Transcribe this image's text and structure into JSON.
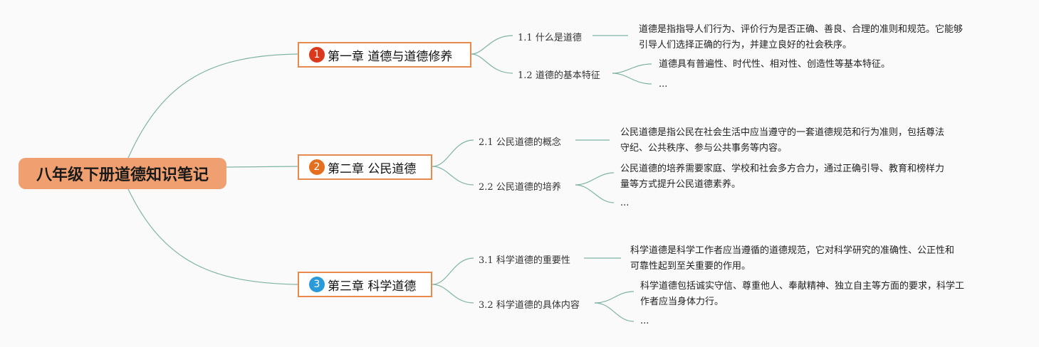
{
  "root": {
    "title": "八年级下册道德知识笔记"
  },
  "chapters": [
    {
      "number": "1",
      "badge_color": "#d93a1e",
      "title": "第一章 道德与道德修养",
      "sections": [
        {
          "number": "1.1",
          "title": "什么是道德",
          "notes": [
            "道德是指指导人们行为、评价行为是否正确、善良、合理的准则和规范。它能够",
            "引导人们选择正确的行为，并建立良好的社会秩序。"
          ]
        },
        {
          "number": "1.2",
          "title": "道德的基本特征",
          "notes": [
            "道德具有普遍性、时代性、相对性、创造性等基本特征。"
          ],
          "more": "..."
        }
      ]
    },
    {
      "number": "2",
      "badge_color": "#e2701f",
      "title": "第二章 公民道德",
      "sections": [
        {
          "number": "2.1",
          "title": "公民道德的概念",
          "notes": [
            "公民道德是指公民在社会生活中应当遵守的一套道德规范和行为准则，包括尊法",
            "守纪、公共秩序、参与公共事务等内容。"
          ]
        },
        {
          "number": "2.2",
          "title": "公民道德的培养",
          "notes": [
            "公民道德的培养需要家庭、学校和社会多方合力，通过正确引导、教育和榜样力",
            "量等方式提升公民道德素养。"
          ],
          "more": "..."
        }
      ]
    },
    {
      "number": "3",
      "badge_color": "#2b9ad8",
      "title": "第三章 科学道德",
      "sections": [
        {
          "number": "3.1",
          "title": "科学道德的重要性",
          "notes": [
            "科学道德是科学工作者应当遵循的道德规范，它对科学研究的准确性、公正性和",
            "可靠性起到至关重要的作用。"
          ]
        },
        {
          "number": "3.2",
          "title": "科学道德的具体内容",
          "notes": [
            "科学道德包括诚实守信、尊重他人、奉献精神、独立自主等方面的要求，科学工",
            "作者应当身体力行。"
          ],
          "more": "..."
        }
      ]
    }
  ]
}
